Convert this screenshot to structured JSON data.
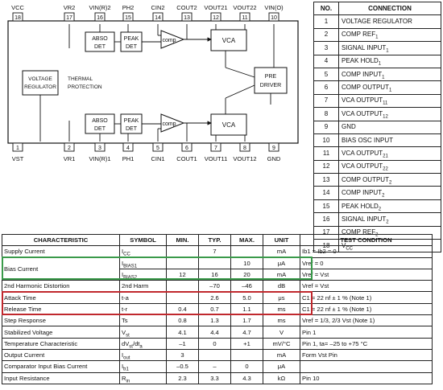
{
  "diagram": {
    "top_pins": [
      {
        "label": "VCC",
        "num": "18"
      },
      {
        "label": "VR2",
        "num": "17"
      },
      {
        "label": "VIN(R)2",
        "num": "16"
      },
      {
        "label": "PH2",
        "num": "15"
      },
      {
        "label": "CIN2",
        "num": "14"
      },
      {
        "label": "COUT2",
        "num": "13"
      },
      {
        "label": "VOUT21",
        "num": "12"
      },
      {
        "label": "VOUT22",
        "num": "11"
      },
      {
        "label": "VIN(O)",
        "num": "10"
      }
    ],
    "bottom_pins": [
      {
        "label": "VST",
        "num": "1"
      },
      {
        "label": "VR1",
        "num": "2"
      },
      {
        "label": "VIN(R)1",
        "num": "3"
      },
      {
        "label": "PH1",
        "num": "4"
      },
      {
        "label": "CIN1",
        "num": "5"
      },
      {
        "label": "COUT1",
        "num": "6"
      },
      {
        "label": "VOUT11",
        "num": "7"
      },
      {
        "label": "VOUT12",
        "num": "8"
      },
      {
        "label": "GND",
        "num": "9"
      }
    ],
    "blocks": {
      "abso_det_line1": "ABSO",
      "abso_det_line2": "DET",
      "peak_det_line1": "PEAK",
      "peak_det_line2": "DET",
      "comp": "comp",
      "vca": "VCA",
      "voltage_regulator_line1": "VOLTAGE",
      "voltage_regulator_line2": "REGULATOR",
      "thermal_line1": "THERMAL",
      "thermal_line2": "PROTECTION",
      "pre_driver_line1": "PRE",
      "pre_driver_line2": "DRIVER"
    }
  },
  "pin_table": {
    "headers": [
      "NO.",
      "CONNECTION"
    ],
    "rows": [
      [
        "1",
        "VOLTAGE REGULATOR"
      ],
      [
        "2",
        "COMP REF1"
      ],
      [
        "3",
        "SIGNAL INPUT1"
      ],
      [
        "4",
        "PEAK HOLD1"
      ],
      [
        "5",
        "COMP INPUT1"
      ],
      [
        "6",
        "COMP OUTPUT1"
      ],
      [
        "7",
        "VCA OUTPUT11"
      ],
      [
        "8",
        "VCA OUTPUT12"
      ],
      [
        "9",
        "GND"
      ],
      [
        "10",
        "BIAS OSC INPUT"
      ],
      [
        "11",
        "VCA OUTPUT21"
      ],
      [
        "12",
        "VCA OUTPUT22"
      ],
      [
        "13",
        "COMP OUTPUT2"
      ],
      [
        "14",
        "COMP INPUT2"
      ],
      [
        "15",
        "PEAK HOLD2"
      ],
      [
        "16",
        "SIGNAL INPUT2"
      ],
      [
        "17",
        "COMP REF2"
      ],
      [
        "18",
        "VCC"
      ]
    ]
  },
  "spec_table": {
    "headers": [
      "CHARACTERISTIC",
      "SYMBOL",
      "MIN.",
      "TYP.",
      "MAX.",
      "UNIT",
      "TEST CONDITION"
    ],
    "rows": [
      {
        "char": "Supply Current",
        "sym": "ICC",
        "min": "",
        "typ": "7",
        "max": "",
        "unit": "mA",
        "cond": "Ib1 = Ib2 = 0"
      },
      {
        "char": "Bias Current",
        "sym": "IBIAS1",
        "min": "",
        "typ": "",
        "max": "10",
        "unit": "μA",
        "cond": "Vref = 0"
      },
      {
        "char": "",
        "sym": "IBIAS2",
        "min": "12",
        "typ": "16",
        "max": "20",
        "unit": "mA",
        "cond": "Vref = Vst"
      },
      {
        "char": "2nd Harmonic Distortion",
        "sym": "2nd Harm",
        "min": "",
        "typ": "–70",
        "max": "–46",
        "unit": "dB",
        "cond": "Vref = Vst"
      },
      {
        "char": "Attack Time",
        "sym": "t-a",
        "min": "",
        "typ": "2.6",
        "max": "5.0",
        "unit": "μs",
        "cond": "C1 = 22 nf ± 1 % (Note 1)"
      },
      {
        "char": "Release Time",
        "sym": "t-r",
        "min": "0.4",
        "typ": "0.7",
        "max": "1.1",
        "unit": "ms",
        "cond": "C1 = 22 nf ± 1 % (Note 1)"
      },
      {
        "char": "Step Response",
        "sym": "Ts",
        "min": "0.8",
        "typ": "1.3",
        "max": "1.7",
        "unit": "ms",
        "cond": "Vref = 1/3, 2/3 Vst (Note 1)"
      },
      {
        "char": "Stabilized Voltage",
        "sym": "Vst",
        "min": "4.1",
        "typ": "4.4",
        "max": "4.7",
        "unit": "V",
        "cond": "Pin 1"
      },
      {
        "char": "Temperature Characteristic",
        "sym": "dVst/dta",
        "min": "–1",
        "typ": "0",
        "max": "+1",
        "unit": "mV/°C",
        "cond": "Pin 1, ta= –25 to +75 °C"
      },
      {
        "char": "Output Current",
        "sym": "Iout",
        "min": "3",
        "typ": "",
        "max": "",
        "unit": "mA",
        "cond": "Form Vst Pin"
      },
      {
        "char": "Comparator Input Bias Current",
        "sym": "Ib1",
        "min": "–0.5",
        "typ": "–",
        "max": "0",
        "unit": "μA",
        "cond": ""
      },
      {
        "char": "Input Resistance",
        "sym": "Rin",
        "min": "2.3",
        "typ": "3.3",
        "max": "4.3",
        "unit": "kΩ",
        "cond": "Pin 10"
      }
    ]
  }
}
